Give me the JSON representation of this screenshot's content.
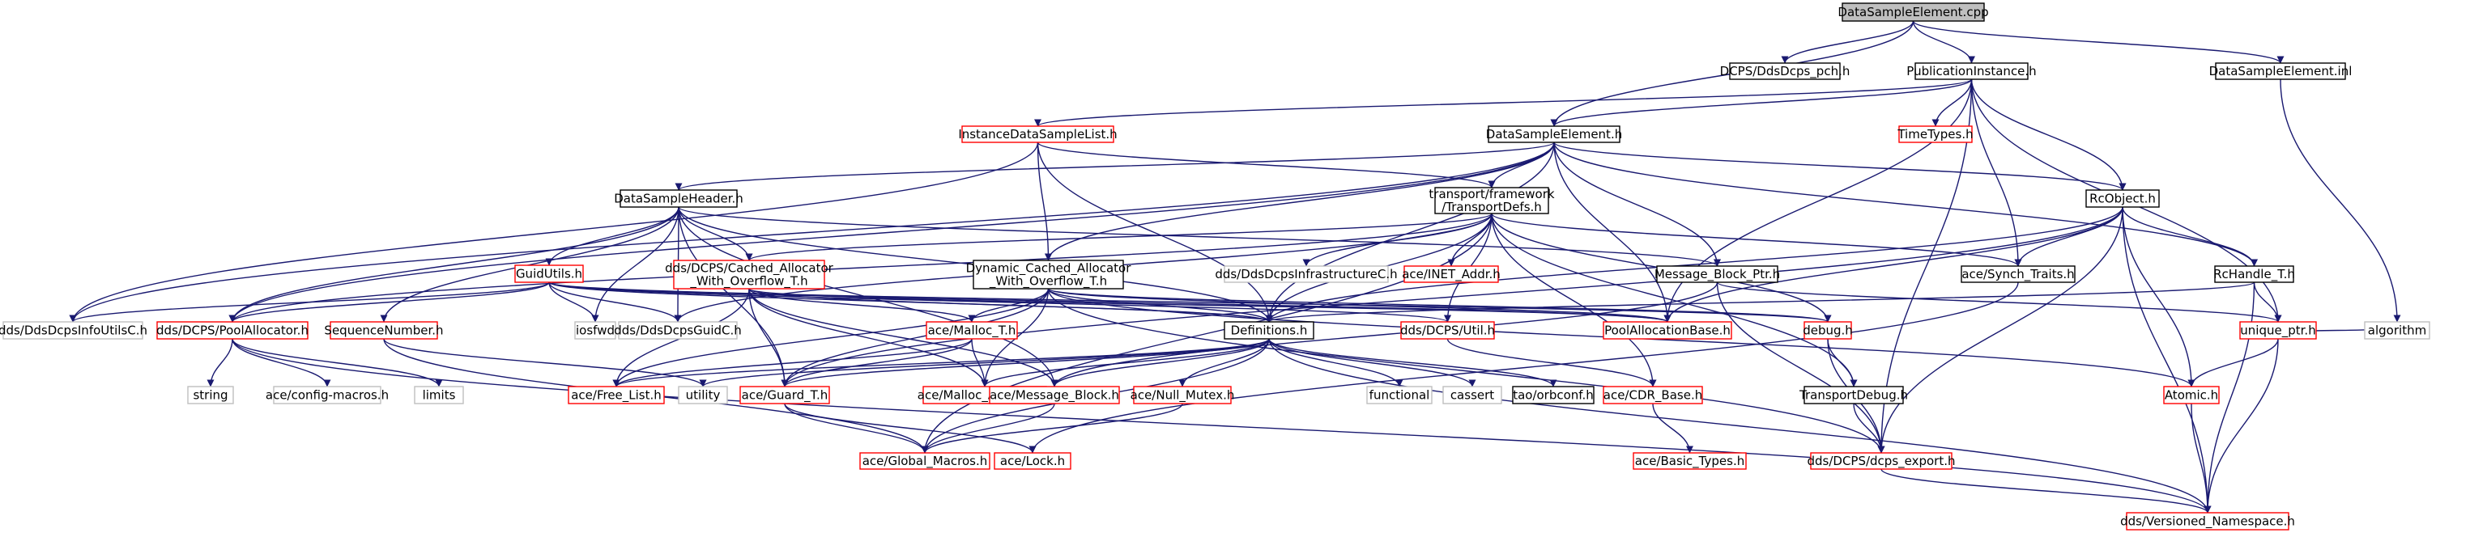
{
  "colors": {
    "edge": "#191970",
    "normal_border": "#000000",
    "truncated_border": "#ff0000",
    "external_border": "#bfbfbf",
    "root_fill": "#bfbfbf",
    "node_fill": "#ffffff",
    "text": "#000000"
  },
  "nodes": [
    {
      "id": "root",
      "kind": "root",
      "lines": [
        "DataSampleElement.cpp"
      ]
    },
    {
      "id": "pch",
      "kind": "normal",
      "lines": [
        "DCPS/DdsDcps_pch.h"
      ]
    },
    {
      "id": "pubinst",
      "kind": "normal",
      "lines": [
        "PublicationInstance.h"
      ]
    },
    {
      "id": "dseinl",
      "kind": "normal",
      "lines": [
        "DataSampleElement.inl"
      ]
    },
    {
      "id": "idsl",
      "kind": "truncated",
      "lines": [
        "InstanceDataSampleList.h"
      ]
    },
    {
      "id": "dse",
      "kind": "normal",
      "lines": [
        "DataSampleElement.h"
      ]
    },
    {
      "id": "timetypes",
      "kind": "truncated",
      "lines": [
        "TimeTypes.h"
      ]
    },
    {
      "id": "dsh",
      "kind": "normal",
      "lines": [
        "DataSampleHeader.h"
      ]
    },
    {
      "id": "tdefs",
      "kind": "normal",
      "lines": [
        "transport/framework",
        "/TransportDefs.h"
      ]
    },
    {
      "id": "rcobj",
      "kind": "normal",
      "lines": [
        "RcObject.h"
      ]
    },
    {
      "id": "guidutils",
      "kind": "truncated",
      "lines": [
        "GuidUtils.h"
      ]
    },
    {
      "id": "cached",
      "kind": "truncated",
      "lines": [
        "dds/DCPS/Cached_Allocator",
        "_With_Overflow_T.h"
      ]
    },
    {
      "id": "dyncached",
      "kind": "normal",
      "lines": [
        "Dynamic_Cached_Allocator",
        "_With_Overflow_T.h"
      ]
    },
    {
      "id": "infra",
      "kind": "external",
      "lines": [
        "dds/DdsDcpsInfrastructureC.h"
      ]
    },
    {
      "id": "inet",
      "kind": "truncated",
      "lines": [
        "ace/INET_Addr.h"
      ]
    },
    {
      "id": "mbptr",
      "kind": "normal",
      "lines": [
        "Message_Block_Ptr.h"
      ]
    },
    {
      "id": "synch",
      "kind": "normal",
      "lines": [
        "ace/Synch_Traits.h"
      ]
    },
    {
      "id": "rchandle",
      "kind": "normal",
      "lines": [
        "RcHandle_T.h"
      ]
    },
    {
      "id": "infoutils",
      "kind": "external",
      "lines": [
        "dds/DdsDcpsInfoUtilsC.h"
      ]
    },
    {
      "id": "poolalloc",
      "kind": "truncated",
      "lines": [
        "dds/DCPS/PoolAllocator.h"
      ]
    },
    {
      "id": "seqnum",
      "kind": "truncated",
      "lines": [
        "SequenceNumber.h"
      ]
    },
    {
      "id": "iosfwd",
      "kind": "external",
      "lines": [
        "iosfwd"
      ]
    },
    {
      "id": "guidc",
      "kind": "external",
      "lines": [
        "dds/DdsDcpsGuidC.h"
      ]
    },
    {
      "id": "malloct",
      "kind": "truncated",
      "lines": [
        "ace/Malloc_T.h"
      ]
    },
    {
      "id": "definitions",
      "kind": "normal",
      "lines": [
        "Definitions.h"
      ]
    },
    {
      "id": "util",
      "kind": "truncated",
      "lines": [
        "dds/DCPS/Util.h"
      ]
    },
    {
      "id": "poolallocbase",
      "kind": "truncated",
      "lines": [
        "PoolAllocationBase.h"
      ]
    },
    {
      "id": "debug",
      "kind": "truncated",
      "lines": [
        "debug.h"
      ]
    },
    {
      "id": "uniqueptr",
      "kind": "truncated",
      "lines": [
        "unique_ptr.h"
      ]
    },
    {
      "id": "algorithm",
      "kind": "external",
      "lines": [
        "algorithm"
      ]
    },
    {
      "id": "string",
      "kind": "external",
      "lines": [
        "string"
      ]
    },
    {
      "id": "configmacros",
      "kind": "external",
      "lines": [
        "ace/config-macros.h"
      ]
    },
    {
      "id": "limits",
      "kind": "external",
      "lines": [
        "limits"
      ]
    },
    {
      "id": "freelist",
      "kind": "truncated",
      "lines": [
        "ace/Free_List.h"
      ]
    },
    {
      "id": "utility",
      "kind": "external",
      "lines": [
        "utility"
      ]
    },
    {
      "id": "guardt",
      "kind": "truncated",
      "lines": [
        "ace/Guard_T.h"
      ]
    },
    {
      "id": "mallocalloc",
      "kind": "truncated",
      "lines": [
        "ace/Malloc_Allocator.h"
      ]
    },
    {
      "id": "msgblock",
      "kind": "truncated",
      "lines": [
        "ace/Message_Block.h"
      ]
    },
    {
      "id": "nullmutex",
      "kind": "truncated",
      "lines": [
        "ace/Null_Mutex.h"
      ]
    },
    {
      "id": "functional",
      "kind": "external",
      "lines": [
        "functional"
      ]
    },
    {
      "id": "cassert",
      "kind": "external",
      "lines": [
        "cassert"
      ]
    },
    {
      "id": "orbconf",
      "kind": "normal",
      "lines": [
        "tao/orbconf.h"
      ]
    },
    {
      "id": "cdrbase",
      "kind": "truncated",
      "lines": [
        "ace/CDR_Base.h"
      ]
    },
    {
      "id": "tdebug",
      "kind": "normal",
      "lines": [
        "TransportDebug.h"
      ]
    },
    {
      "id": "atomic",
      "kind": "truncated",
      "lines": [
        "Atomic.h"
      ]
    },
    {
      "id": "globalmacros",
      "kind": "truncated",
      "lines": [
        "ace/Global_Macros.h"
      ]
    },
    {
      "id": "lock",
      "kind": "truncated",
      "lines": [
        "ace/Lock.h"
      ]
    },
    {
      "id": "basictypes",
      "kind": "truncated",
      "lines": [
        "ace/Basic_Types.h"
      ]
    },
    {
      "id": "dcpsexport",
      "kind": "truncated",
      "lines": [
        "dds/DCPS/dcps_export.h"
      ]
    },
    {
      "id": "versioned",
      "kind": "truncated",
      "lines": [
        "dds/Versioned_Namespace.h"
      ]
    }
  ],
  "edges": [
    [
      "root",
      "pch"
    ],
    [
      "root",
      "pubinst"
    ],
    [
      "root",
      "dseinl"
    ],
    [
      "root",
      "dse"
    ],
    [
      "pubinst",
      "idsl"
    ],
    [
      "pubinst",
      "dse"
    ],
    [
      "pubinst",
      "timetypes"
    ],
    [
      "pubinst",
      "rcobj"
    ],
    [
      "pubinst",
      "synch"
    ],
    [
      "pubinst",
      "poolallocbase"
    ],
    [
      "pubinst",
      "uniqueptr"
    ],
    [
      "pubinst",
      "dcpsexport"
    ],
    [
      "dseinl",
      "algorithm"
    ],
    [
      "idsl",
      "dyncached"
    ],
    [
      "idsl",
      "tdefs"
    ],
    [
      "idsl",
      "infoutils"
    ],
    [
      "idsl",
      "definitions"
    ],
    [
      "dse",
      "dsh"
    ],
    [
      "dse",
      "tdefs"
    ],
    [
      "dse",
      "dyncached"
    ],
    [
      "dse",
      "mbptr"
    ],
    [
      "dse",
      "rcobj"
    ],
    [
      "dse",
      "rchandle"
    ],
    [
      "dse",
      "poolallocbase"
    ],
    [
      "dse",
      "definitions"
    ],
    [
      "dse",
      "infoutils"
    ],
    [
      "dse",
      "poolalloc"
    ],
    [
      "dsh",
      "guidutils"
    ],
    [
      "dsh",
      "cached"
    ],
    [
      "dsh",
      "mbptr"
    ],
    [
      "dsh",
      "seqnum"
    ],
    [
      "dsh",
      "iosfwd"
    ],
    [
      "dsh",
      "guidc"
    ],
    [
      "dsh",
      "definitions"
    ],
    [
      "dsh",
      "poolalloc"
    ],
    [
      "dsh",
      "guardt"
    ],
    [
      "dsh",
      "msgblock"
    ],
    [
      "tdefs",
      "cached"
    ],
    [
      "tdefs",
      "infra"
    ],
    [
      "tdefs",
      "inet"
    ],
    [
      "tdefs",
      "synch"
    ],
    [
      "tdefs",
      "debug"
    ],
    [
      "tdefs",
      "definitions"
    ],
    [
      "tdefs",
      "cdrbase"
    ],
    [
      "tdefs",
      "tdebug"
    ],
    [
      "tdefs",
      "util"
    ],
    [
      "tdefs",
      "guidc"
    ],
    [
      "tdefs",
      "poolalloc"
    ],
    [
      "tdefs",
      "globalmacros"
    ],
    [
      "rcobj",
      "synch"
    ],
    [
      "rcobj",
      "rchandle"
    ],
    [
      "rcobj",
      "atomic"
    ],
    [
      "rcobj",
      "poolallocbase"
    ],
    [
      "rcobj",
      "dcpsexport"
    ],
    [
      "rcobj",
      "versioned"
    ],
    [
      "rcobj",
      "definitions"
    ],
    [
      "rcobj",
      "guardt"
    ],
    [
      "guidutils",
      "infoutils"
    ],
    [
      "guidutils",
      "poolalloc"
    ],
    [
      "guidutils",
      "iosfwd"
    ],
    [
      "guidutils",
      "guidc"
    ],
    [
      "guidutils",
      "definitions"
    ],
    [
      "guidutils",
      "util"
    ],
    [
      "guidutils",
      "poolallocbase"
    ],
    [
      "guidutils",
      "debug"
    ],
    [
      "cached",
      "malloct"
    ],
    [
      "cached",
      "freelist"
    ],
    [
      "cached",
      "guardt"
    ],
    [
      "cached",
      "msgblock"
    ],
    [
      "cached",
      "mallocalloc"
    ],
    [
      "cached",
      "poolallocbase"
    ],
    [
      "cached",
      "definitions"
    ],
    [
      "dyncached",
      "malloct"
    ],
    [
      "dyncached",
      "freelist"
    ],
    [
      "dyncached",
      "guardt"
    ],
    [
      "dyncached",
      "mallocalloc"
    ],
    [
      "dyncached",
      "poolallocbase"
    ],
    [
      "dyncached",
      "definitions"
    ],
    [
      "dyncached",
      "debug"
    ],
    [
      "dyncached",
      "atomic"
    ],
    [
      "dyncached",
      "dcpsexport"
    ],
    [
      "mbptr",
      "uniqueptr"
    ],
    [
      "mbptr",
      "msgblock"
    ],
    [
      "mbptr",
      "dcpsexport"
    ],
    [
      "synch",
      "lock"
    ],
    [
      "rchandle",
      "uniqueptr"
    ],
    [
      "rchandle",
      "definitions"
    ],
    [
      "rchandle",
      "versioned"
    ],
    [
      "poolalloc",
      "string"
    ],
    [
      "poolalloc",
      "configmacros"
    ],
    [
      "poolalloc",
      "limits"
    ],
    [
      "poolalloc",
      "versioned"
    ],
    [
      "seqnum",
      "utility"
    ],
    [
      "seqnum",
      "globalmacros"
    ],
    [
      "malloct",
      "freelist"
    ],
    [
      "malloct",
      "guardt"
    ],
    [
      "malloct",
      "mallocalloc"
    ],
    [
      "definitions",
      "utility"
    ],
    [
      "definitions",
      "freelist"
    ],
    [
      "definitions",
      "guardt"
    ],
    [
      "definitions",
      "mallocalloc"
    ],
    [
      "definitions",
      "msgblock"
    ],
    [
      "definitions",
      "nullmutex"
    ],
    [
      "definitions",
      "functional"
    ],
    [
      "definitions",
      "cassert"
    ],
    [
      "definitions",
      "orbconf"
    ],
    [
      "definitions",
      "globalmacros"
    ],
    [
      "definitions",
      "versioned"
    ],
    [
      "util",
      "cdrbase"
    ],
    [
      "debug",
      "tdebug"
    ],
    [
      "debug",
      "dcpsexport"
    ],
    [
      "uniqueptr",
      "atomic"
    ],
    [
      "uniqueptr",
      "algorithm"
    ],
    [
      "uniqueptr",
      "versioned"
    ],
    [
      "guardt",
      "globalmacros"
    ],
    [
      "guardt",
      "lock"
    ],
    [
      "msgblock",
      "globalmacros"
    ],
    [
      "nullmutex",
      "globalmacros"
    ],
    [
      "cdrbase",
      "basictypes"
    ],
    [
      "tdebug",
      "dcpsexport"
    ],
    [
      "atomic",
      "versioned"
    ],
    [
      "dcpsexport",
      "versioned"
    ]
  ]
}
